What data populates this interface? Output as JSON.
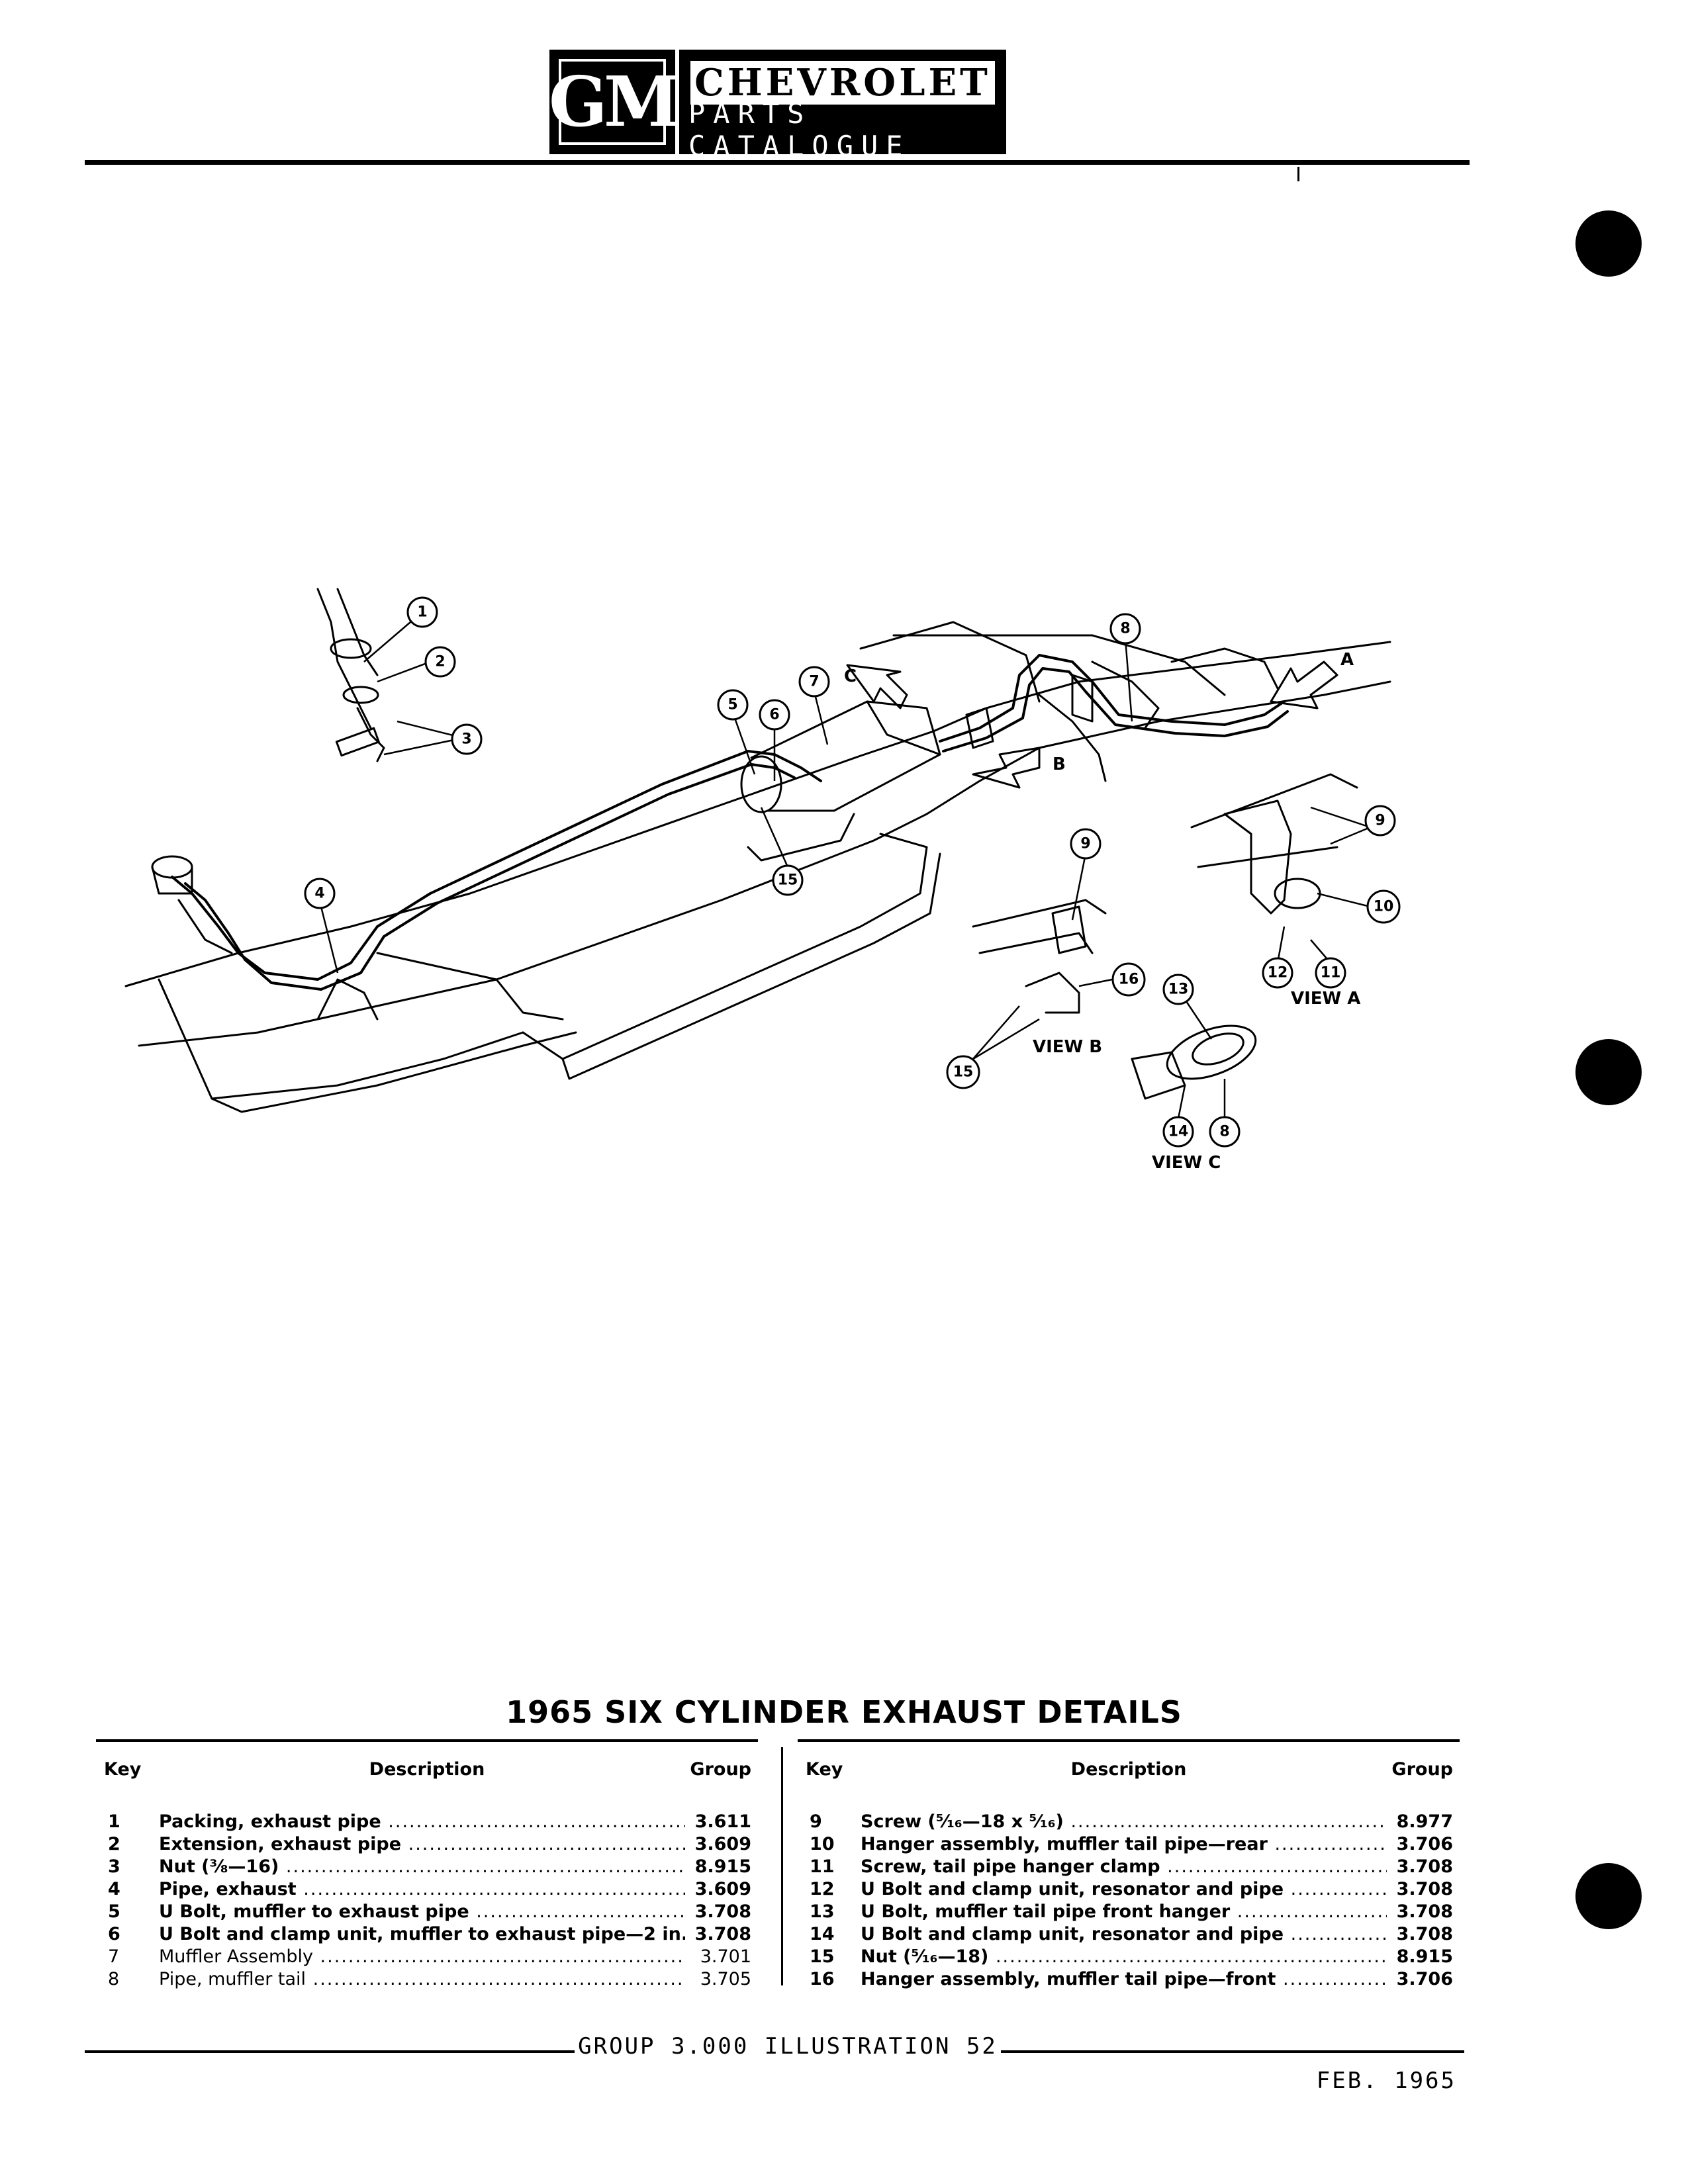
{
  "header": {
    "logo_text": "GM",
    "brand": "CHEVROLET",
    "subtitle": "PARTS CATALOGUE"
  },
  "diagram": {
    "callouts": [
      "1",
      "2",
      "3",
      "4",
      "5",
      "6",
      "7",
      "8",
      "15",
      "9",
      "10",
      "11",
      "12",
      "16",
      "13",
      "15",
      "14",
      "8"
    ],
    "arrow_letters": [
      "A",
      "B",
      "C"
    ],
    "view_labels": [
      "VIEW A",
      "VIEW B",
      "VIEW C"
    ]
  },
  "title": "1965 SIX CYLINDER EXHAUST DETAILS",
  "table": {
    "headers": {
      "key": "Key",
      "description": "Description",
      "group": "Group"
    },
    "left_rows": [
      {
        "key": "1",
        "description": "Packing, exhaust pipe",
        "group": "3.611"
      },
      {
        "key": "2",
        "description": "Extension, exhaust pipe",
        "group": "3.609"
      },
      {
        "key": "3",
        "description": "Nut (⅜—16)",
        "group": "8.915"
      },
      {
        "key": "4",
        "description": "Pipe, exhaust",
        "group": "3.609"
      },
      {
        "key": "5",
        "description": "U Bolt, muffler to exhaust pipe",
        "group": "3.708"
      },
      {
        "key": "6",
        "description": "U Bolt and clamp unit, muffler to exhaust pipe—2 in.",
        "group": "3.708"
      },
      {
        "key": "7",
        "description": "Muffler Assembly",
        "group": "3.701"
      },
      {
        "key": "8",
        "description": "Pipe, muffler tail",
        "group": "3.705"
      }
    ],
    "right_rows": [
      {
        "key": "9",
        "description": "Screw (⁵⁄₁₆—18 x ⁵⁄₁₆)",
        "group": "8.977"
      },
      {
        "key": "10",
        "description": "Hanger assembly, muffler tail pipe—rear",
        "group": "3.706"
      },
      {
        "key": "11",
        "description": "Screw, tail pipe hanger clamp",
        "group": "3.708"
      },
      {
        "key": "12",
        "description": "U Bolt and clamp unit, resonator and pipe",
        "group": "3.708"
      },
      {
        "key": "13",
        "description": "U Bolt, muffler tail pipe front hanger",
        "group": "3.708"
      },
      {
        "key": "14",
        "description": "U Bolt and clamp unit, resonator and pipe",
        "group": "3.708"
      },
      {
        "key": "15",
        "description": "Nut (⁵⁄₁₆—18)",
        "group": "8.915"
      },
      {
        "key": "16",
        "description": "Hanger assembly, muffler tail pipe—front",
        "group": "3.706"
      }
    ]
  },
  "footer": {
    "text": "GROUP 3.000 ILLUSTRATION 52",
    "date": "FEB. 1965"
  }
}
